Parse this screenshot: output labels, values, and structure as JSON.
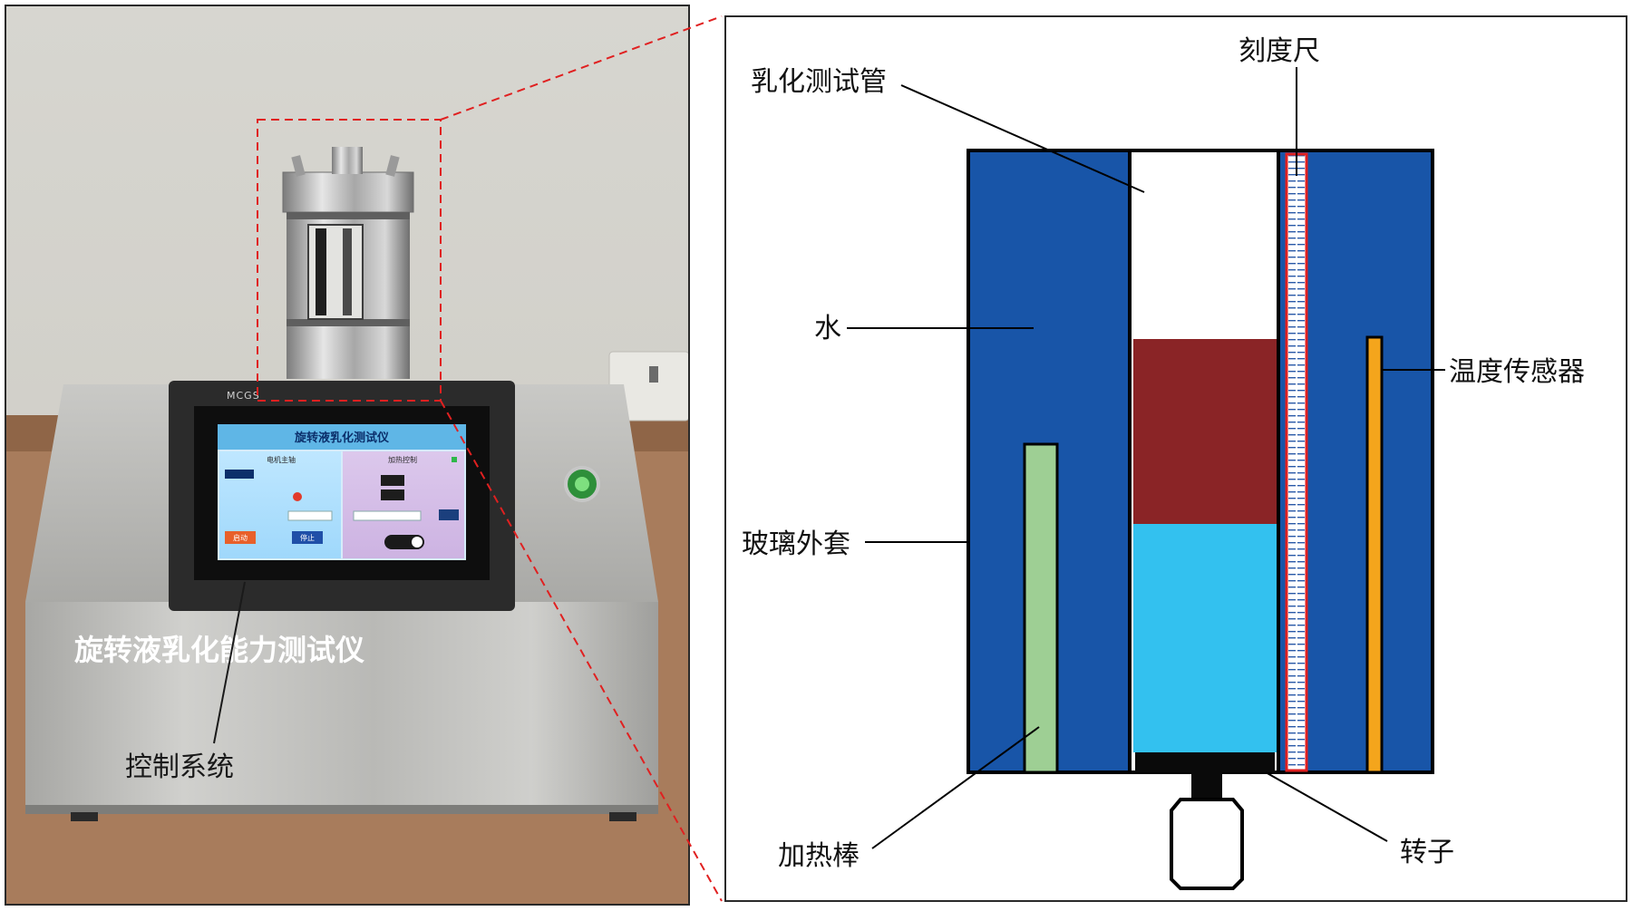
{
  "photo": {
    "instrument_label": "旋转液乳化能力测试仪",
    "control_label": "控制系统",
    "brand": "MCGS",
    "screen": {
      "title": "旋转液乳化测试仪",
      "left_header": "电机主轴",
      "right_header": "加热控制",
      "btn_start": "启动",
      "btn_stop": "停止"
    }
  },
  "diagram": {
    "labels": {
      "tube": "乳化测试管",
      "scale": "刻度尺",
      "water": "水",
      "sensor": "温度传感器",
      "jacket": "玻璃外套",
      "heater": "加热棒",
      "rotor": "转子"
    },
    "colors": {
      "jacket_blue": "#1855a8",
      "oil_red": "#8a2426",
      "liquid_cyan": "#33c1ef",
      "heater_green": "#9ecf94",
      "sensor_orange": "#f4a51c",
      "zoom_red": "#e02020"
    }
  }
}
